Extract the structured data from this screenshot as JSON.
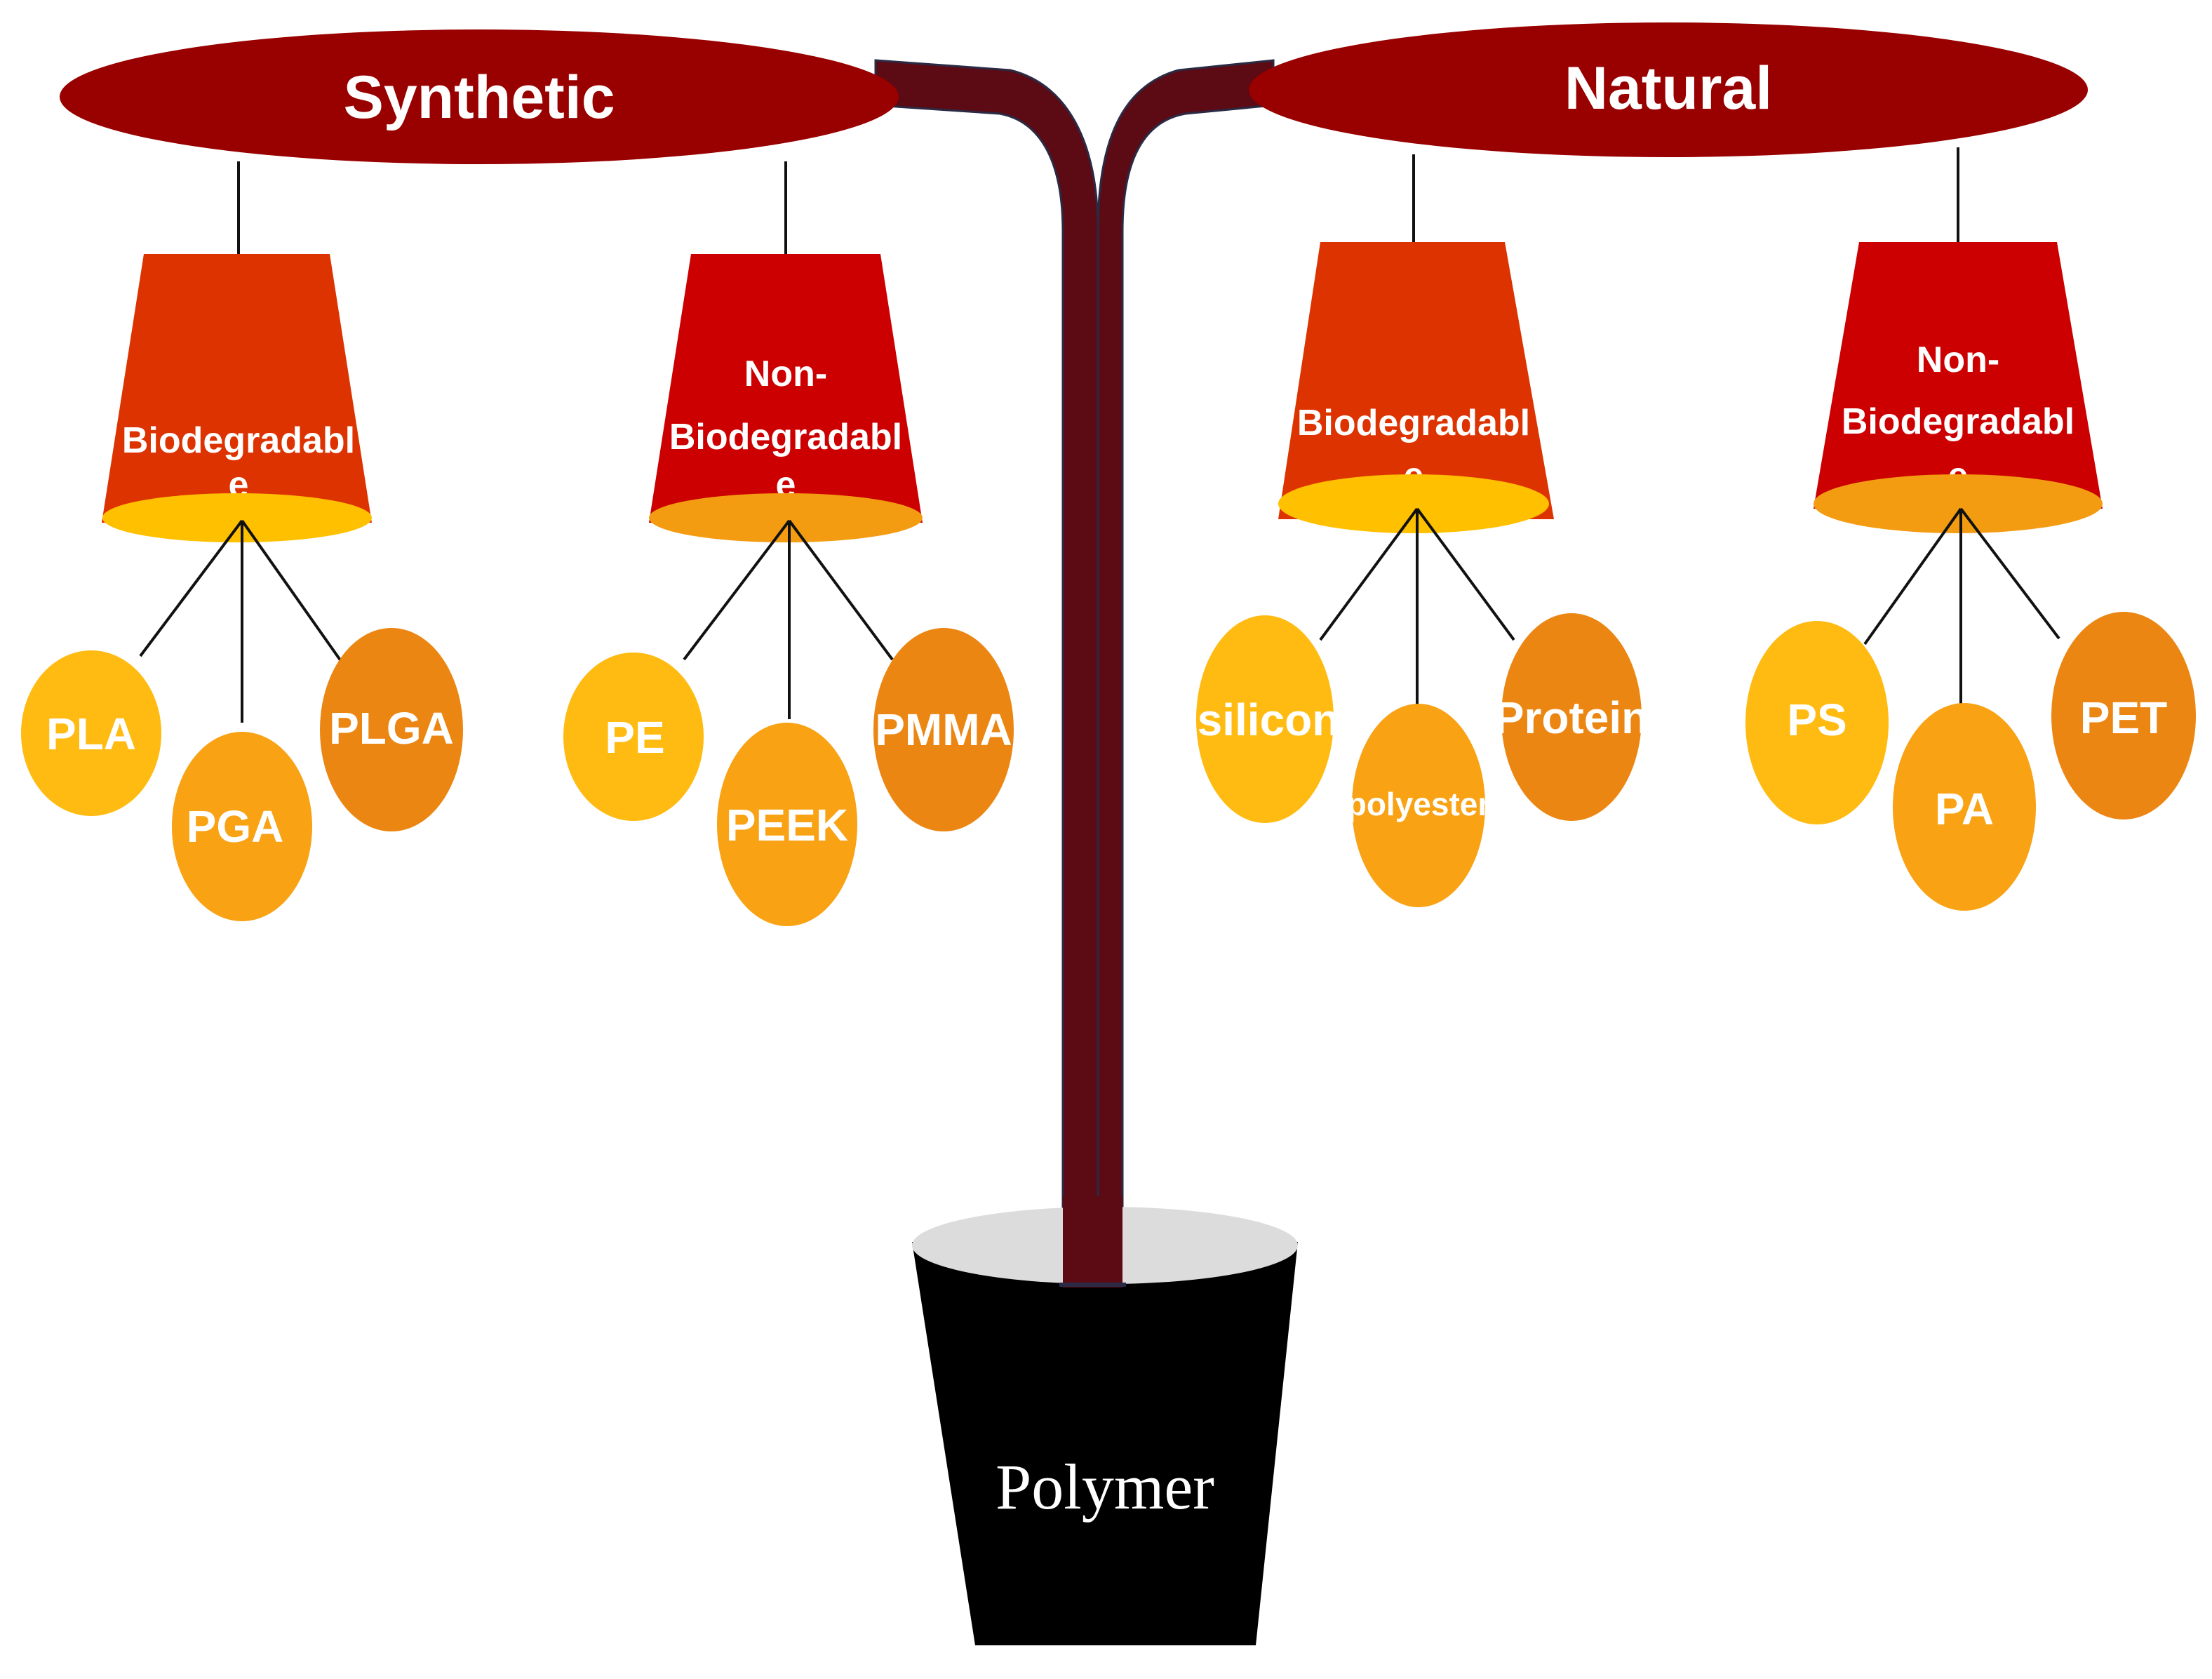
{
  "root": {
    "label": "Polymer"
  },
  "colors": {
    "branch": "#990000",
    "stem": "#5c0a14",
    "subcat_orange_red": "#dd3300",
    "subcat_red": "#cc0000",
    "cup_yellow": "#ffc000",
    "cup_orange": "#f39c12",
    "leaf_yellow": "#ffbb11",
    "leaf_mid": "#f8a214",
    "leaf_orange": "#ec8612",
    "pot": "#000000",
    "pot_rim": "#dcdcdc"
  },
  "categories": [
    {
      "label": "Synthetic",
      "groups": [
        {
          "label_lines": [
            "Biodegradabl",
            "e"
          ],
          "leaves": [
            "PLA",
            "PGA",
            "PLGA"
          ]
        },
        {
          "label_lines": [
            "Non-",
            "Biodegradabl",
            "e"
          ],
          "leaves": [
            "PE",
            "PEEK",
            "PMMA"
          ]
        }
      ]
    },
    {
      "label": "Natural",
      "groups": [
        {
          "label_lines": [
            "Biodegradabl",
            "e"
          ],
          "leaves": [
            "silicon",
            "polyester",
            "Protein"
          ]
        },
        {
          "label_lines": [
            "Non-",
            "Biodegradabl",
            "e"
          ],
          "leaves": [
            "PS",
            "PA",
            "PET"
          ]
        }
      ]
    }
  ]
}
